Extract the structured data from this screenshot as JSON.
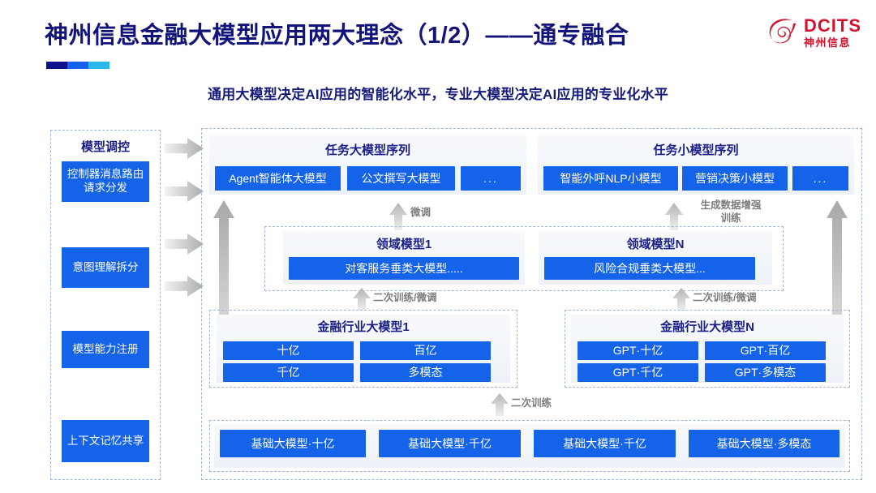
{
  "header": {
    "title": "神州信息金融大模型应用两大理念（1/2）——通专融合",
    "subtitle": "通用大模型决定AI应用的智能化水平，专业大模型决定AI应用的专业化水平",
    "logo_en": "DCITS",
    "logo_cn": "神州信息",
    "accent_navy": "#13147a",
    "accent_blue": "#1463e8",
    "accent_red": "#d5102d"
  },
  "left_column": {
    "title": "模型调控",
    "items": [
      {
        "label": "控制器消息路由请求分发"
      },
      {
        "label": "意图理解拆分"
      },
      {
        "label": "模型能力注册"
      },
      {
        "label": "上下文记忆共享"
      }
    ]
  },
  "task_large": {
    "title": "任务大模型序列",
    "items": [
      "Agent智能体大模型",
      "公文撰写大模型",
      "..."
    ]
  },
  "task_small": {
    "title": "任务小模型序列",
    "items": [
      "智能外呼NLP小模型",
      "营销决策小模型",
      "..."
    ]
  },
  "domain_models": [
    {
      "title": "领域模型1",
      "item": "对客服务垂类大模型....."
    },
    {
      "title": "领域模型N",
      "item": "风险合规垂类大模型..."
    }
  ],
  "industry_models": [
    {
      "title": "金融行业大模型1",
      "items": [
        "十亿",
        "百亿",
        "千亿",
        "多模态"
      ]
    },
    {
      "title": "金融行业大模型N",
      "items": [
        "GPT·十亿",
        "GPT·百亿",
        "GPT·千亿",
        "GPT·多模态"
      ]
    }
  ],
  "foundation": {
    "items": [
      "基础大模型·十亿",
      "基础大模型·千亿",
      "基础大模型·千亿",
      "基础大模型·多模态"
    ]
  },
  "arrow_labels": {
    "fine_tune": "微调",
    "data_aug": "生成数据增强\n训练",
    "data_aug_l1": "生成数据增强",
    "data_aug_l2": "训练",
    "retrain_ft_1": "二次训练/微调",
    "retrain_ft_2": "二次训练/微调",
    "retrain": "二次训练"
  }
}
